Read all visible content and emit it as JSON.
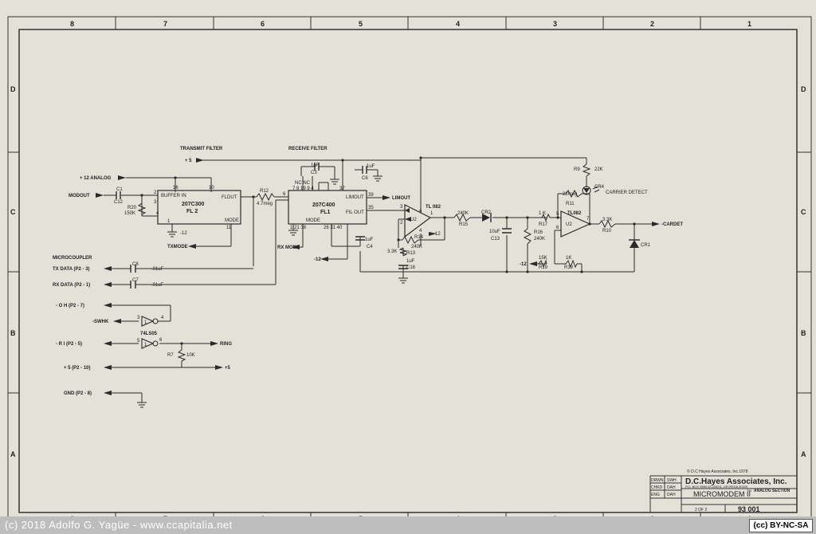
{
  "columns": [
    "8",
    "7",
    "6",
    "5",
    "4",
    "3",
    "2",
    "1"
  ],
  "rows": [
    "D",
    "C",
    "B",
    "A"
  ],
  "section_labels": {
    "transmit_filter": "TRANSMIT FILTER",
    "receive_filter": "RECEIVE FILTER",
    "microcoupler": "MICROCOUPLER"
  },
  "chips": {
    "fl2": {
      "part": "207C300",
      "ref": "FL 2",
      "buffer_in": "BUFFER IN",
      "fldut": "FLDUT",
      "mode": "MODE",
      "pin16": "16",
      "pin10": "10",
      "pin2": "2",
      "pin3": "3",
      "pin4": "4",
      "pin11": "11",
      "pin1": "1",
      "neg12": "-12"
    },
    "fl1": {
      "part": "207C400",
      "ref": "FL1",
      "limout": "LIMOUT",
      "filout": "FIL OUT",
      "mode": "MODE",
      "pin39": "39",
      "pin35": "35",
      "pin6": "6",
      "top_pins": "NC  NC",
      "top_nums": "7  8  19  9  4",
      "pin37": "37",
      "bot_pins": "1  21  38",
      "pins26": "26  31  40"
    },
    "u2a": {
      "ref": "U2",
      "type": "TL 082",
      "p3": "3",
      "p2": "2",
      "p8": "8",
      "p4": "4",
      "p1": "1"
    },
    "u2b": {
      "ref": "U2",
      "type": "TL082",
      "p5": "5",
      "p6": "6",
      "p7": "7"
    },
    "inv1": {
      "ref": "74LS05",
      "p3": "3",
      "p4": "4",
      "lbl": "1"
    },
    "inv2": {
      "p5": "5",
      "p6": "6",
      "lbl": "1"
    }
  },
  "components": {
    "c1": "C1",
    "c12": "C12",
    "r20": "R20",
    "r20v": "150K",
    "r12": "R12",
    "r12v": "4.7meg",
    "c3": "C3",
    "c3v": "1uF",
    "c6": "C6",
    "c6v": "1uF",
    "c4": "C4",
    "c4v": "1uF",
    "r15": "R15",
    "r15v": "240K",
    "r14": "R14",
    "r14v": "240K",
    "r13": "R13",
    "r13v": "3.3K",
    "c16": "C16",
    "c16v": "1uF",
    "cr2": "CR2",
    "c13": "C13",
    "c13v": "10uF",
    "r16": "R16",
    "r16v": "240K",
    "r17": "R17",
    "r17v": "1 K",
    "r11": "R11",
    "r11v": "22meg",
    "r9": "R9",
    "r9v": "22K",
    "cr4": "CR4",
    "carrier_detect": "CARRIER DETECT",
    "r10": "R10",
    "r10v": "3.3K",
    "cr1": "CR1",
    "r19a": "R19",
    "r19av": "15K",
    "r19b": "R19",
    "r19bv": "1K",
    "c8": "C8",
    "c8v": ".01uF",
    "c7": "C7",
    "c7v": ".01uF",
    "r7": "R7",
    "r7v": "10K"
  },
  "signals": {
    "plus5": "+ 5",
    "plus12_analog": "+ 12 ANALOG",
    "modout": "MODOUT",
    "txmode": "TXMODE",
    "rxmode": "RX MODE",
    "limout": "LIMOUT",
    "neg12": "-12",
    "cardet": "-CARDET",
    "tx_data": "TX DATA  (P2 - 3)",
    "rx_data": "RX DATA  (P2 - 1)",
    "oh": "- O H     (P2 - 7)",
    "swhk": "-SWHK",
    "ri": "- R I     (P2 - 5)",
    "ring": "RING",
    "p5": "+ 5    (P2 - 10)",
    "p5_right": "+5",
    "gnd": "GND   (P2 - 8)"
  },
  "title_block": {
    "copyright": "© D.C Hayes Associates, Inc.1978",
    "company": "D.C.Hayes Associates, Inc.",
    "address": "P.O. BOX 9884  ATLANTA, GEORGIA 30319",
    "drawn": "DRWN",
    "checked": "CHKD",
    "eng": "ENG",
    "drawn_by": "SWH",
    "checked_by": "DAH",
    "eng_by": "DAH",
    "title": "MICROMODEM II",
    "tm": "TM",
    "subtitle": "ANALOG SECTION",
    "sheet": "2 OF 2",
    "number": "93 001"
  },
  "footer": {
    "copyright": "(c) 2018 Adolfo G. Yagüe - www.ccapitalia.net",
    "license": "(cc) BY-NC-SA"
  }
}
